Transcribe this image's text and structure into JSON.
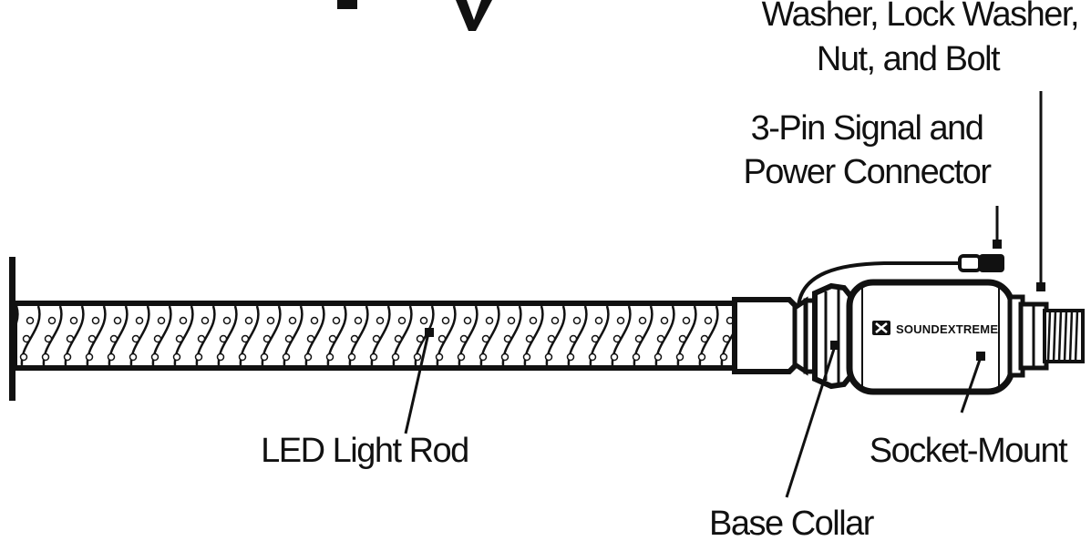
{
  "labels": {
    "washer_line1": "Washer, Lock Washer,",
    "washer_line2": "Nut, and Bolt",
    "connector_line1": "3-Pin Signal and",
    "connector_line2": "Power Connector",
    "led_rod": "LED Light Rod",
    "socket_mount": "Socket-Mount",
    "base_collar": "Base Collar"
  },
  "brand": {
    "name": "SOUNDEXTREME",
    "logo": "soundextreme-logo-icon"
  },
  "colors": {
    "ink": "#111111",
    "background": "#ffffff"
  }
}
